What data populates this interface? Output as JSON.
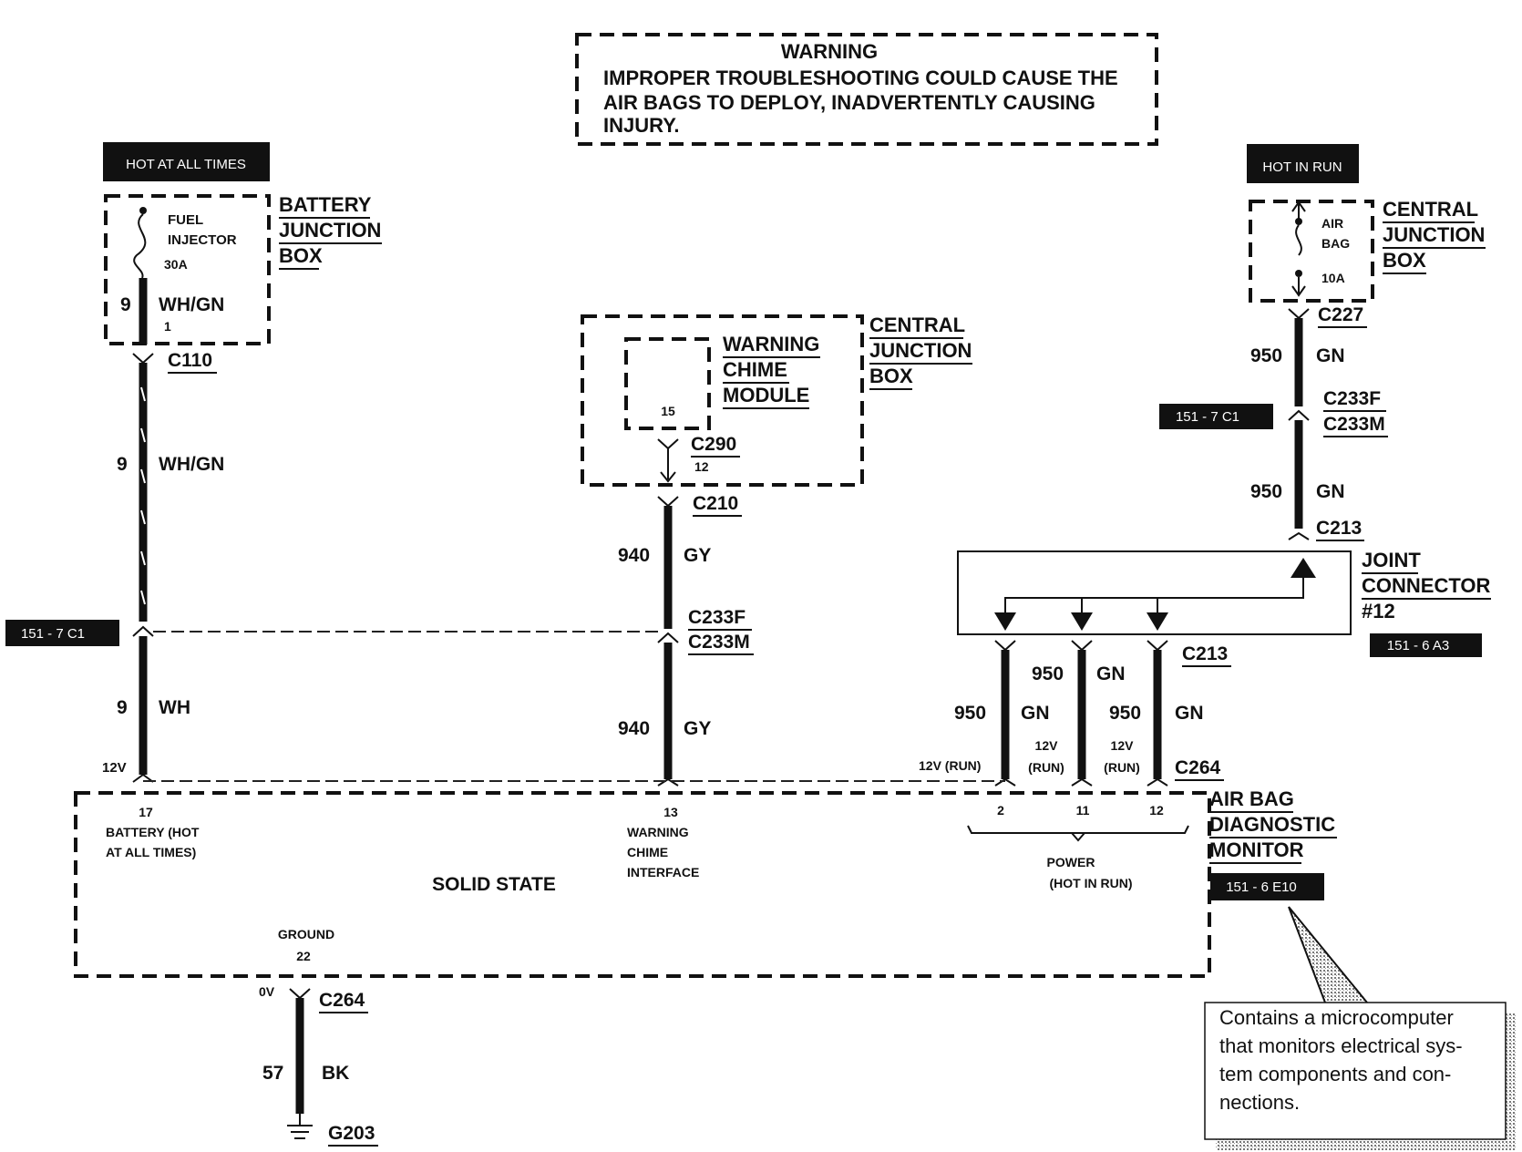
{
  "warning": {
    "title": "WARNING",
    "line1": "IMPROPER TROUBLESHOOTING  COULD CAUSE THE",
    "line2": "AIR BAGS TO DEPLOY,  INADVERTENTLY CAUSING",
    "line3": "INJURY."
  },
  "tags": {
    "hot_at_all_times": "HOT AT ALL TIMES",
    "hot_in_run": "HOT IN RUN",
    "ref_151_7_c1": "151 - 7 C1",
    "ref_151_6_a3": "151 - 6 A3",
    "ref_151_6_e10": "151 - 6 E10"
  },
  "battery_junction_box": {
    "l1": "BATTERY",
    "l2": "JUNCTION",
    "l3": "BOX",
    "fuse_l1": "FUEL",
    "fuse_l2": "INJECTOR",
    "fuse_rating": "30A",
    "pin": "1"
  },
  "left_circuit": {
    "c110": "C110",
    "w1_num": "9",
    "w1_color": "WH/GN",
    "w2_num": "9",
    "w2_color": "WH/GN",
    "w3_num": "9",
    "w3_color": "WH",
    "voltage": "12V"
  },
  "chime_module": {
    "l1": "WARNING",
    "l2": "CHIME",
    "l3": "MODULE",
    "pin": "15",
    "cjb_l1": "CENTRAL",
    "cjb_l2": "JUNCTION",
    "cjb_l3": "BOX",
    "c290": "C290",
    "c290_pin": "12",
    "c210": "C210",
    "w1_num": "940",
    "w1_color": "GY",
    "c233f": "C233F",
    "c233m": "C233M",
    "w2_num": "940",
    "w2_color": "GY"
  },
  "central_junction_right": {
    "l1": "CENTRAL",
    "l2": "JUNCTION",
    "l3": "BOX",
    "fuse_l1": "AIR",
    "fuse_l2": "BAG",
    "fuse_rating": "10A",
    "c227": "C227",
    "w1_num": "950",
    "w1_color": "GN",
    "c233f": "C233F",
    "c233m": "C233M",
    "w2_num": "950",
    "w2_color": "GN",
    "c213_top": "C213"
  },
  "joint_connector": {
    "l1": "JOINT",
    "l2": "CONNECTOR",
    "l3": "#12",
    "c213": "C213",
    "wa_num": "950",
    "wa_color": "GN",
    "wb_num": "950",
    "wb_color": "GN",
    "wc_num": "950",
    "wc_color": "GN",
    "v_run": "12V (RUN)",
    "v2_top": "12V",
    "v2_bot": "(RUN)",
    "v3_top": "12V",
    "v3_bot": "(RUN)",
    "c264": "C264"
  },
  "monitor": {
    "l1": "AIR BAG",
    "l2": "DIAGNOSTIC",
    "l3": "MONITOR",
    "solid_state": "SOLID STATE",
    "pin17": "17",
    "pin17_l1": "BATTERY (HOT",
    "pin17_l2": "AT ALL TIMES)",
    "pin13": "13",
    "pin13_l1": "WARNING",
    "pin13_l2": "CHIME",
    "pin13_l3": "INTERFACE",
    "pin2": "2",
    "pin11": "11",
    "pin12": "12",
    "power_l1": "POWER",
    "power_l2": "(HOT IN RUN)",
    "ground": "GROUND",
    "pin22": "22"
  },
  "ground_circuit": {
    "voltage": "0V",
    "c264": "C264",
    "w_num": "57",
    "w_color": "BK",
    "g203": "G203"
  },
  "note": {
    "l1": "Contains a microcomputer",
    "l2": "that monitors electrical sys-",
    "l3": "tem components and con-",
    "l4": "nections."
  }
}
